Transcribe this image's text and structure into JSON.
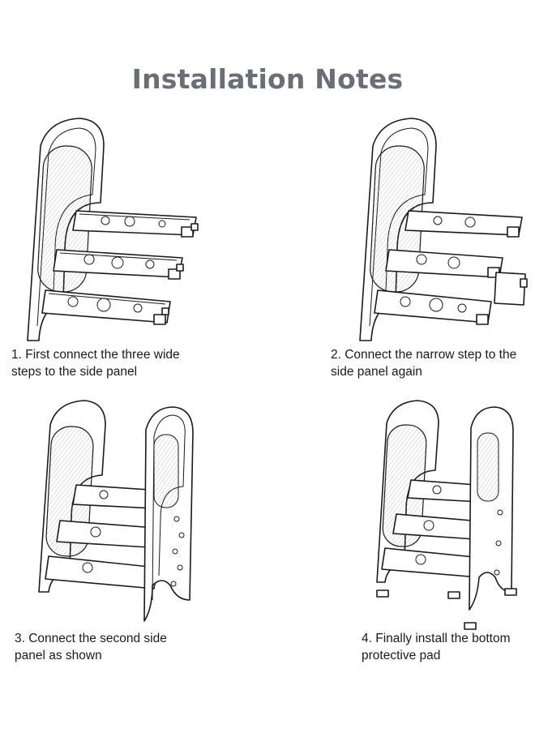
{
  "title": "Installation Notes",
  "steps": [
    {
      "line1": "1. First connect the three wide",
      "line2": "steps to the side panel"
    },
    {
      "line1": "2. Connect the narrow step to the",
      "line2": "side panel again"
    },
    {
      "line1": "3. Connect the second side",
      "line2": "panel as shown"
    },
    {
      "line1": "4. Finally install the bottom",
      "line2": "protective pad"
    }
  ]
}
